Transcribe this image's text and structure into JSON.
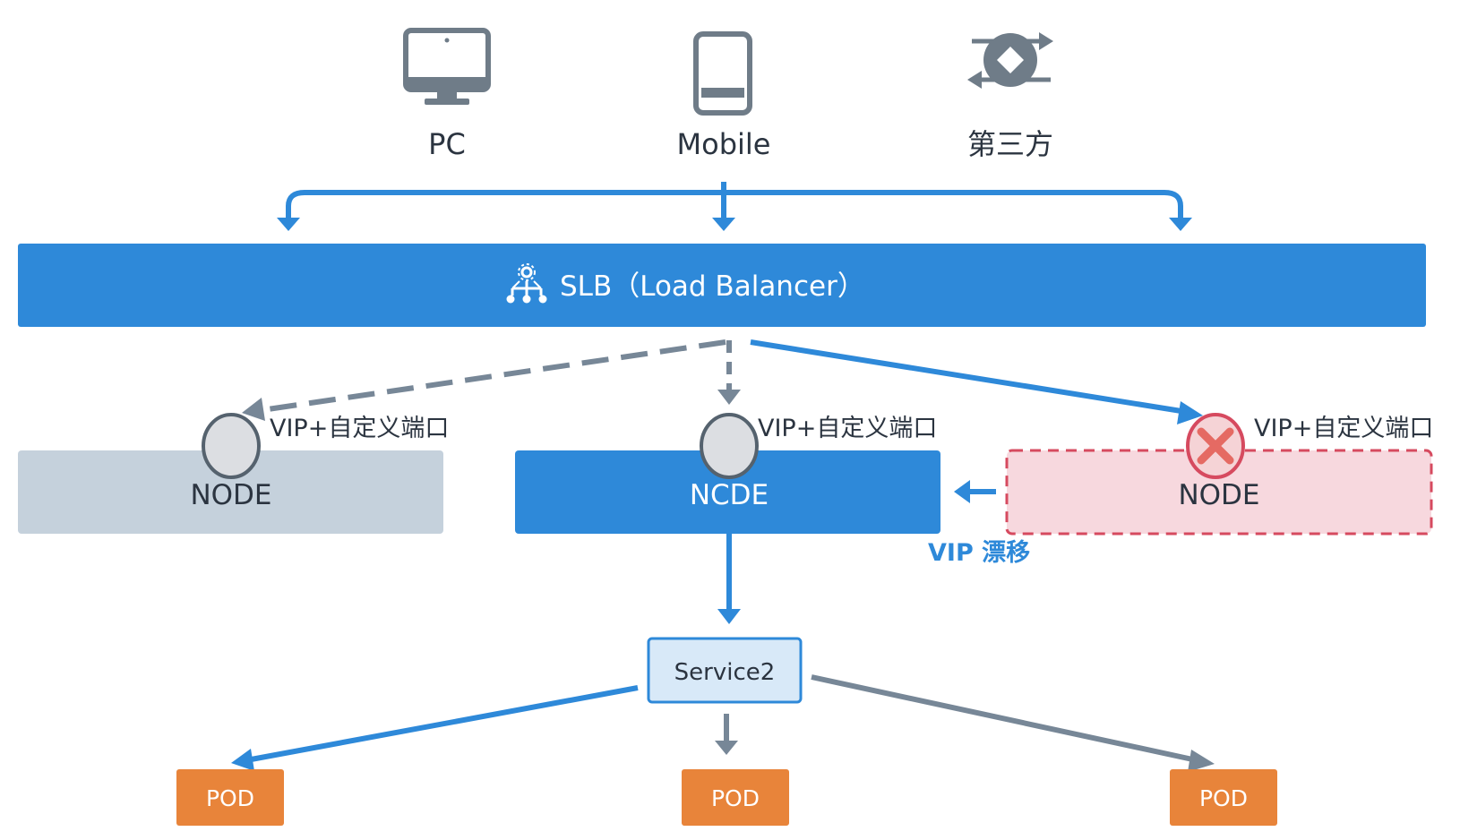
{
  "clients": [
    {
      "label": "PC",
      "icon": "monitor-icon"
    },
    {
      "label": "Mobile",
      "icon": "mobile-phone-icon"
    },
    {
      "label": "第三方",
      "icon": "third-party-exchange-icon"
    }
  ],
  "slb": {
    "label": "SLB（Load Balancer）",
    "icon": "load-balancer-icon"
  },
  "nodes": [
    {
      "label": "NODE",
      "vip_label": "VIP+自定义端口",
      "state": "standby"
    },
    {
      "label": "NCDE",
      "vip_label": "VIP+自定义端口",
      "state": "active"
    },
    {
      "label": "NODE",
      "vip_label": "VIP+自定义端口",
      "state": "failed"
    }
  ],
  "vip_drift_label": "VIP 漂移",
  "service": {
    "label": "Service2"
  },
  "pods": [
    {
      "label": "POD"
    },
    {
      "label": "POD"
    },
    {
      "label": "POD"
    }
  ],
  "colors": {
    "blue": "#2e89d9",
    "gray": "#778797",
    "node_gray_bg": "#c5d1dc",
    "failed_bg": "#f7d8de",
    "failed_border": "#d64a5f",
    "pod_orange": "#e8843a",
    "service_bg": "#d8e9f8",
    "icon_gray": "#6f7c88"
  }
}
